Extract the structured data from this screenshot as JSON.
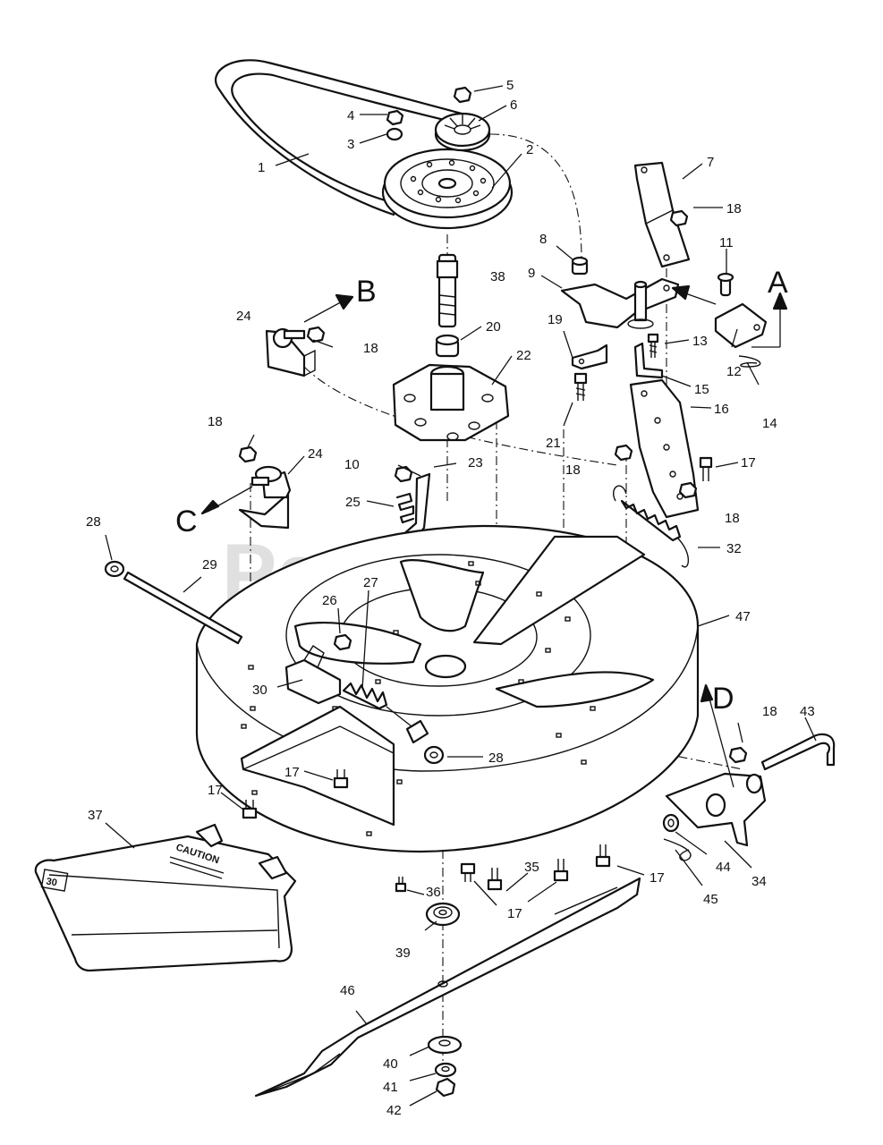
{
  "watermark": "PartsTree",
  "callouts": [
    "1",
    "2",
    "3",
    "4",
    "5",
    "6",
    "7",
    "8",
    "9",
    "10",
    "11",
    "12",
    "13",
    "14",
    "15",
    "16",
    "17",
    "18",
    "19",
    "20",
    "21",
    "22",
    "23",
    "24",
    "25",
    "26",
    "27",
    "28",
    "29",
    "30",
    "32",
    "34",
    "35",
    "36",
    "37",
    "38",
    "39",
    "40",
    "41",
    "42",
    "43",
    "44",
    "45",
    "46",
    "47"
  ],
  "view_letters": [
    "A",
    "B",
    "C",
    "D"
  ],
  "decal": {
    "caution": "CAUTION",
    "size": "30"
  }
}
